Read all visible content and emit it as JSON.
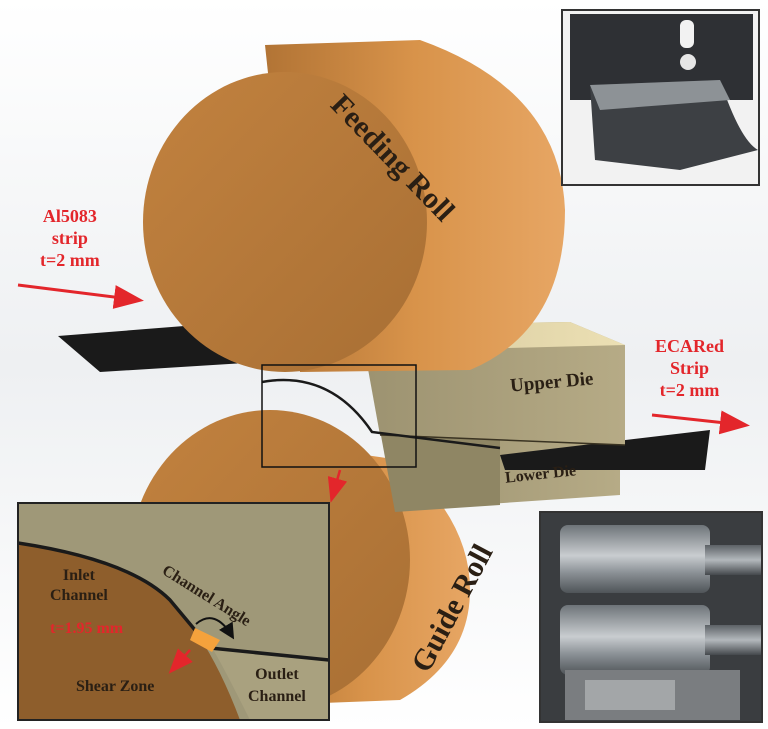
{
  "labels": {
    "feeding_roll": "Feeding Roll",
    "guide_roll": "Guide Roll",
    "upper_die": "Upper Die",
    "lower_die": "Lower Die",
    "input_strip": [
      "Al5083",
      "strip",
      "t=2 mm"
    ],
    "output_strip": [
      "ECARed",
      "Strip",
      "t=2 mm"
    ]
  },
  "inset": {
    "inlet_channel": [
      "Inlet",
      "Channel"
    ],
    "thickness": "t=1.95 mm",
    "channel_angle": "Channel Angle",
    "outlet_channel": [
      "Outlet",
      "Channel"
    ],
    "shear_zone": "Shear Zone"
  },
  "colors": {
    "roll": "#c68a4a",
    "roll_shadow": "#8a5a2c",
    "die": "#a8a080",
    "arrow": "#e3262b",
    "strip": "#1a1a1a"
  },
  "photos": [
    "die-photo",
    "rolls-photo"
  ]
}
